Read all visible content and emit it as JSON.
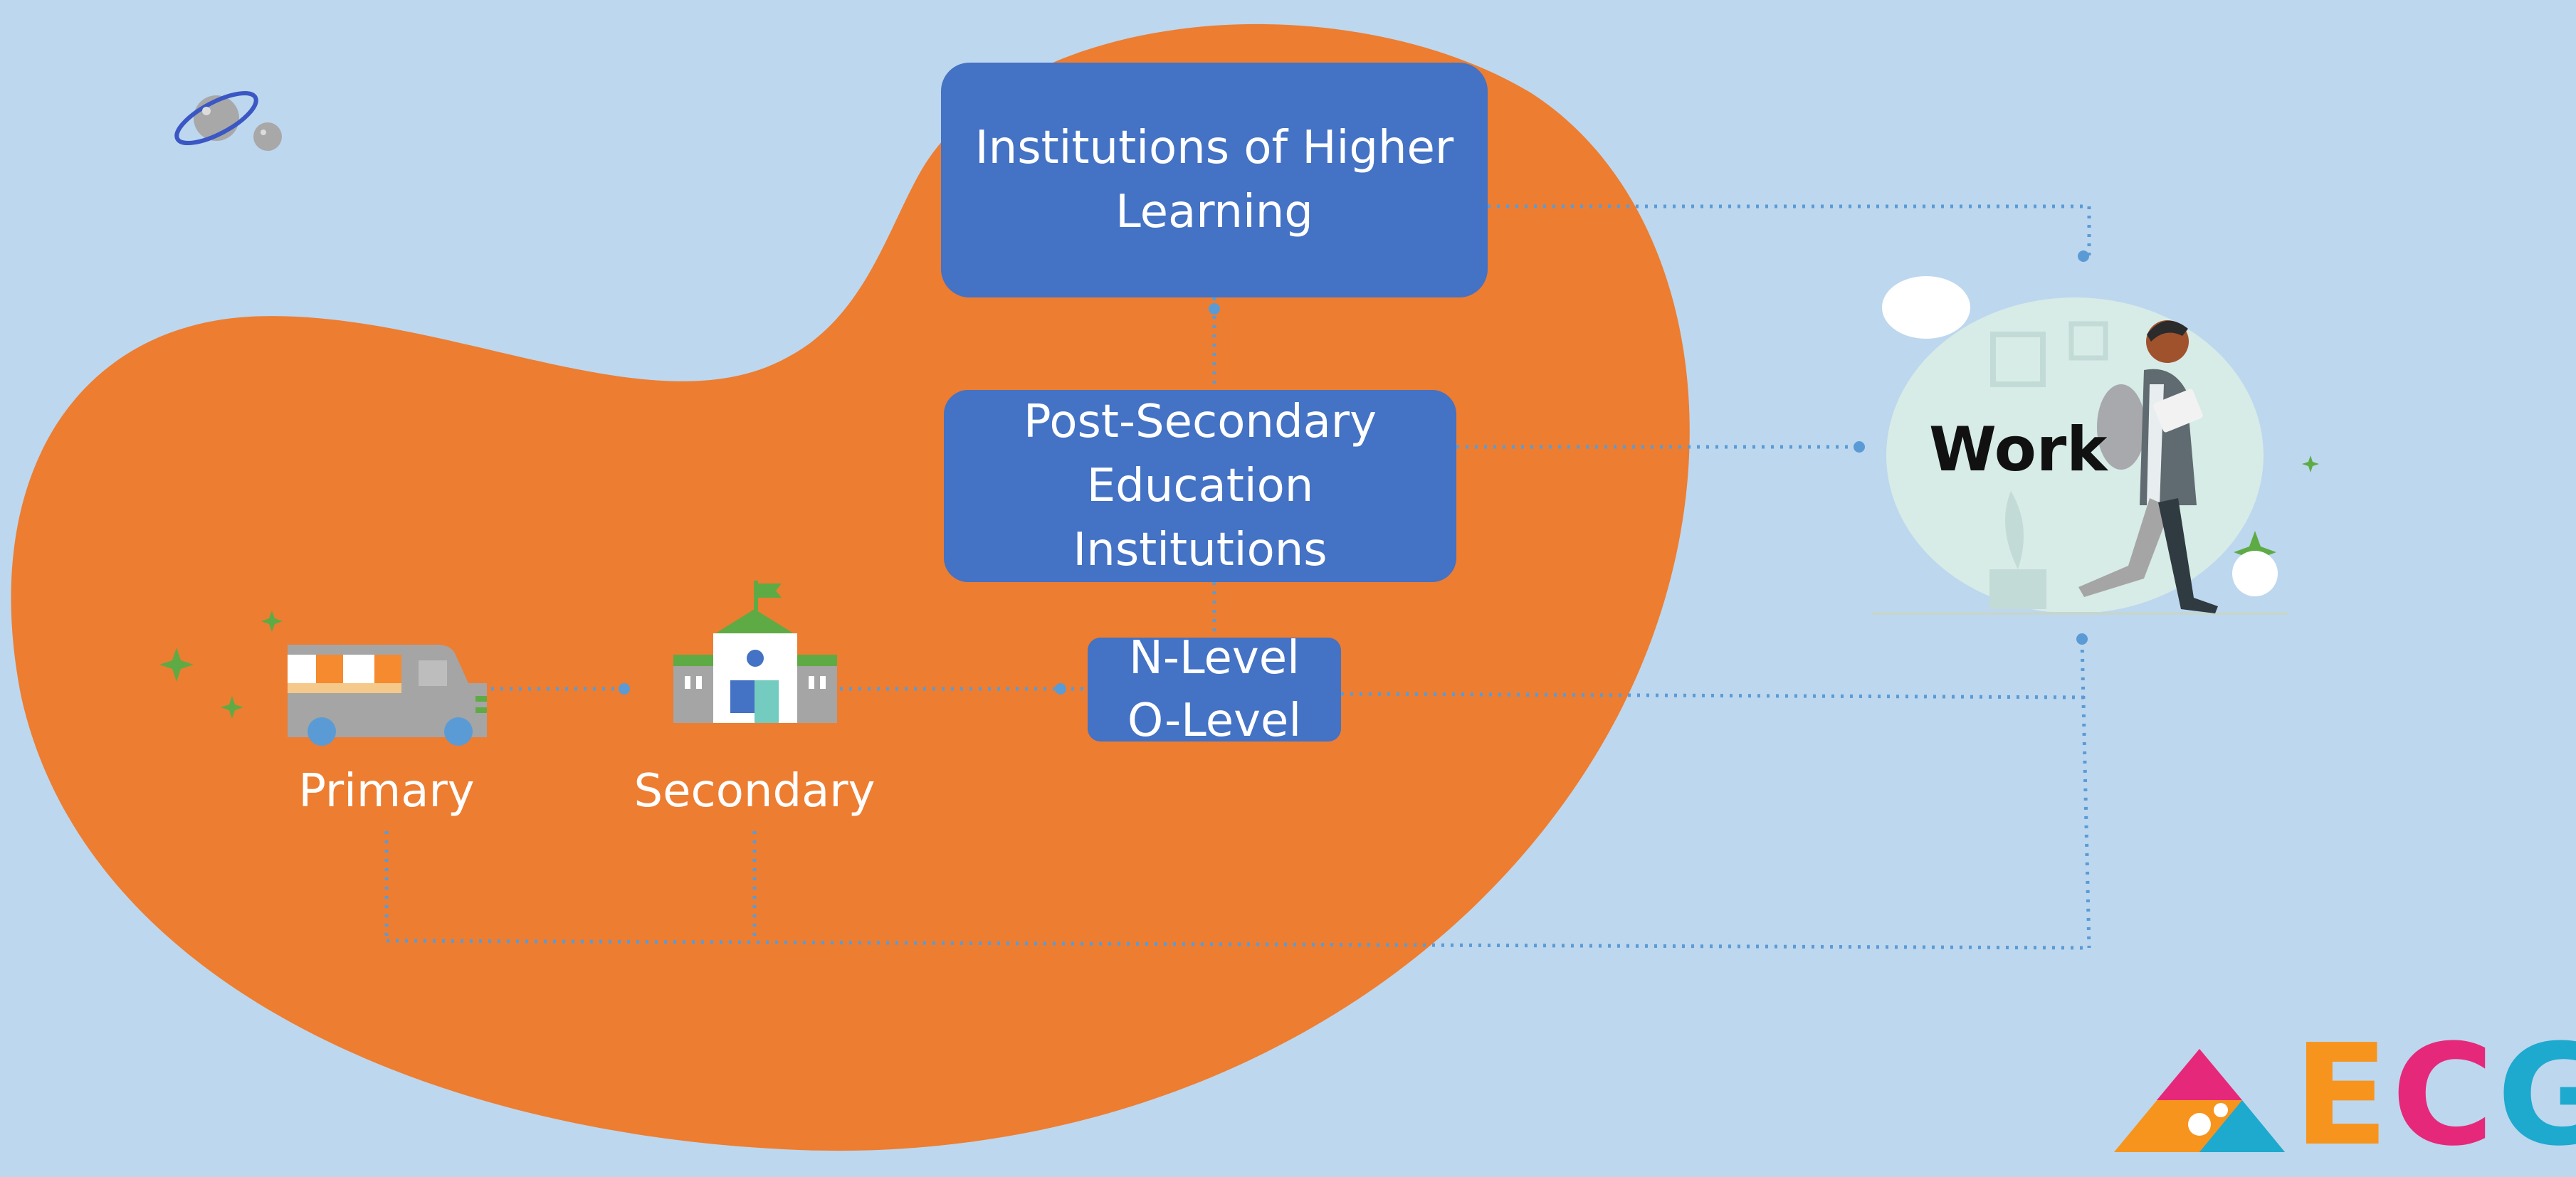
{
  "diagram": {
    "nodes": {
      "higher_learning": "Institutions of Higher\nLearning",
      "post_secondary": "Post-Secondary\nEducation\nInstitutions",
      "levels": "N-Level\nO-Level"
    },
    "stages": {
      "primary": "Primary",
      "secondary": "Secondary"
    },
    "destination": "Work"
  },
  "logo": {
    "text": "ECG",
    "colors": [
      "#f7941d",
      "#e6287a",
      "#1ea9cf"
    ]
  },
  "colors": {
    "background": "#bdd7ee",
    "blob": "#ed7d31",
    "node": "#4472c4",
    "connector": "#5b9bd5"
  },
  "icons": [
    "planet-icon",
    "school-bus-icon",
    "school-building-icon",
    "person-walking-icon",
    "sparkle-icon",
    "puzzle-triangle-icon"
  ]
}
